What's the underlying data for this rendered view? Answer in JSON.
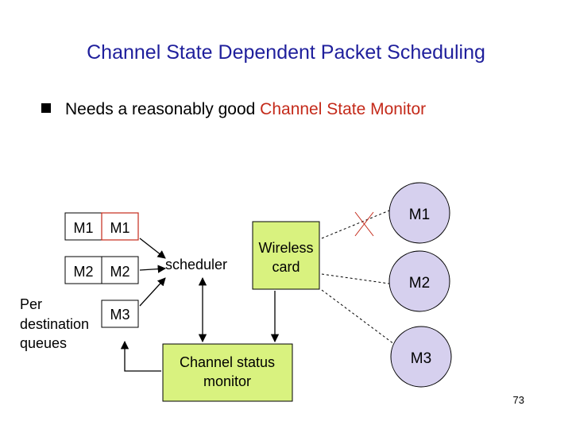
{
  "title": "Channel State Dependent Packet Scheduling",
  "bullet": {
    "text_before": "Needs a reasonably good ",
    "highlight": "Channel State Monitor"
  },
  "queues": {
    "row1": [
      "M1",
      "M1"
    ],
    "row2": [
      "M2",
      "M2"
    ],
    "row3": [
      "M3"
    ],
    "caption_lines": [
      "Per",
      "destination",
      "queues"
    ]
  },
  "scheduler_label": "scheduler",
  "wireless_card_lines": [
    "Wireless",
    "card"
  ],
  "monitor_lines": [
    "Channel status",
    "monitor"
  ],
  "mobiles": [
    "M1",
    "M2",
    "M3"
  ],
  "page_number": "73",
  "colors": {
    "title": "#1f1f9c",
    "highlight": "#c42a1a",
    "mobile_fill": "#d6d0ee",
    "device_fill": "#d9f27f",
    "queue_border": "#c42a1a"
  }
}
